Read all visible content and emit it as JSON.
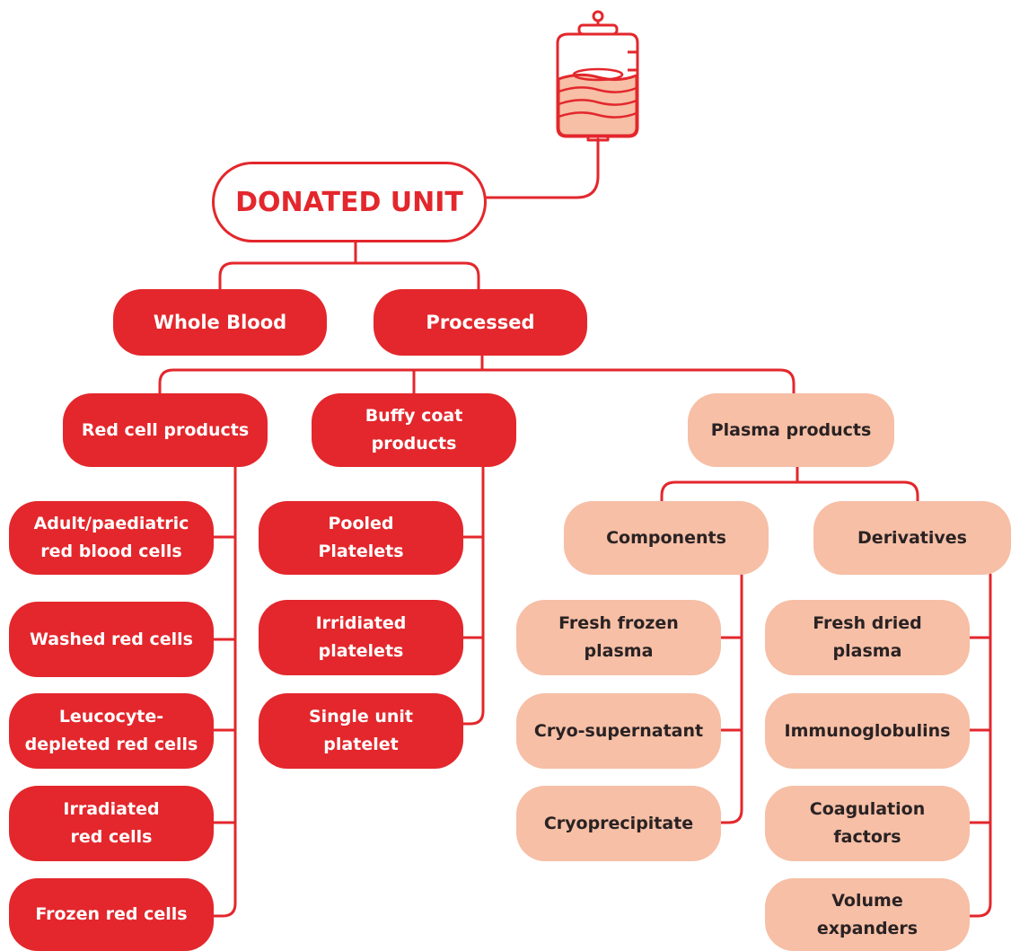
{
  "colors": {
    "red": "#e3272c",
    "pink": "#f6bfa6",
    "dark_text": "#2a2223"
  },
  "icon": "blood-bag-icon",
  "root": "DONATED UNIT",
  "level1": {
    "whole_blood": "Whole Blood",
    "processed": "Processed"
  },
  "groups": {
    "red_cell": {
      "title": "Red cell products",
      "items": [
        "Adult/paediatric\nred blood cells",
        "Washed red cells",
        "Leucocyte-\ndepleted red cells",
        "Irradiated\nred cells",
        "Frozen red cells"
      ]
    },
    "buffy_coat": {
      "title": "Buffy coat\nproducts",
      "items": [
        "Pooled\nPlatelets",
        "Irridiated\nplatelets",
        "Single unit\nplatelet"
      ]
    },
    "plasma": {
      "title": "Plasma products",
      "components": {
        "title": "Components",
        "items": [
          "Fresh frozen\nplasma",
          "Cryo-supernatant",
          "Cryoprecipitate"
        ]
      },
      "derivatives": {
        "title": "Derivatives",
        "items": [
          "Fresh dried\nplasma",
          "Immunoglobulins",
          "Coagulation\nfactors",
          "Volume\nexpanders"
        ]
      }
    }
  }
}
